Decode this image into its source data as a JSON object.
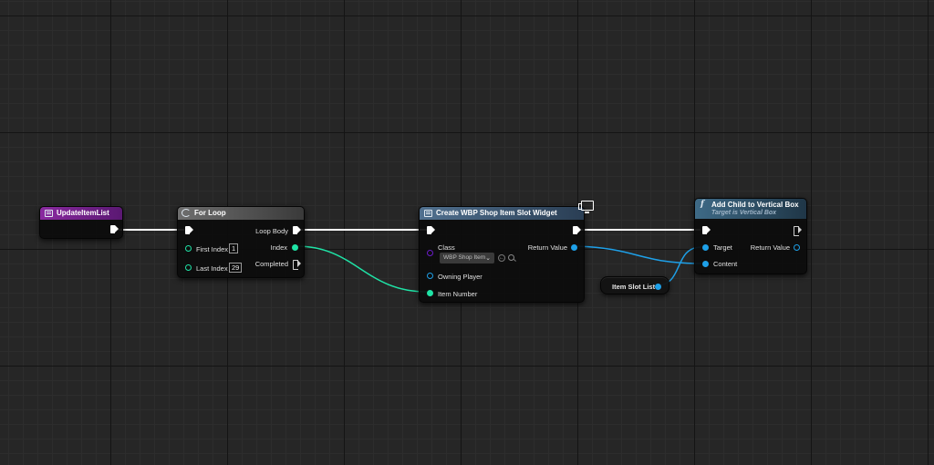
{
  "colors": {
    "exec_wire": "#ffffff",
    "int_pin": "#1fe3a6",
    "object_pin": "#1ea0e8",
    "class_pin": "#6a1cc9",
    "event_header": "#7a1e8e",
    "function_header": "#3d556f",
    "macro_header": "#595959"
  },
  "nodes": {
    "event": {
      "title": "UpdateItemList",
      "header_icon": "event-grid-icon"
    },
    "for_loop": {
      "title": "For Loop",
      "header_icon": "loop-icon",
      "pins": {
        "loop_body": "Loop Body",
        "first_index": "First Index",
        "first_index_value": "1",
        "index": "Index",
        "last_index": "Last Index",
        "last_index_value": "29",
        "completed": "Completed"
      }
    },
    "create_widget": {
      "title": "Create WBP Shop Item Slot Widget",
      "header_icon": "widget-grid-icon",
      "corner_icon": "monitor-icon",
      "pins": {
        "class": "Class",
        "class_value": "WBP Shop Item",
        "return_value": "Return Value",
        "owning_player": "Owning Player",
        "item_number": "Item Number"
      }
    },
    "add_child": {
      "title": "Add Child to Vertical Box",
      "subtitle": "Target is Vertical Box",
      "header_icon": "function-icon",
      "pins": {
        "target": "Target",
        "return_value": "Return Value",
        "content": "Content"
      }
    },
    "item_slot_list": {
      "label": "Item Slot List"
    }
  }
}
